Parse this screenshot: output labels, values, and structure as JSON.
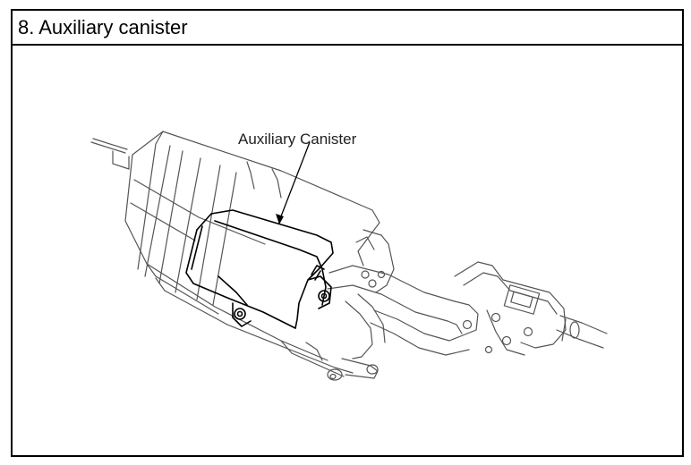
{
  "section": {
    "title": "8. Auxiliary canister"
  },
  "figure": {
    "callout_label": "Auxiliary Canister",
    "icons": [
      "auxiliary-canister-assembly-illustration"
    ]
  },
  "colors": {
    "line": "#000000",
    "faint_line": "#555555",
    "background": "#ffffff"
  }
}
